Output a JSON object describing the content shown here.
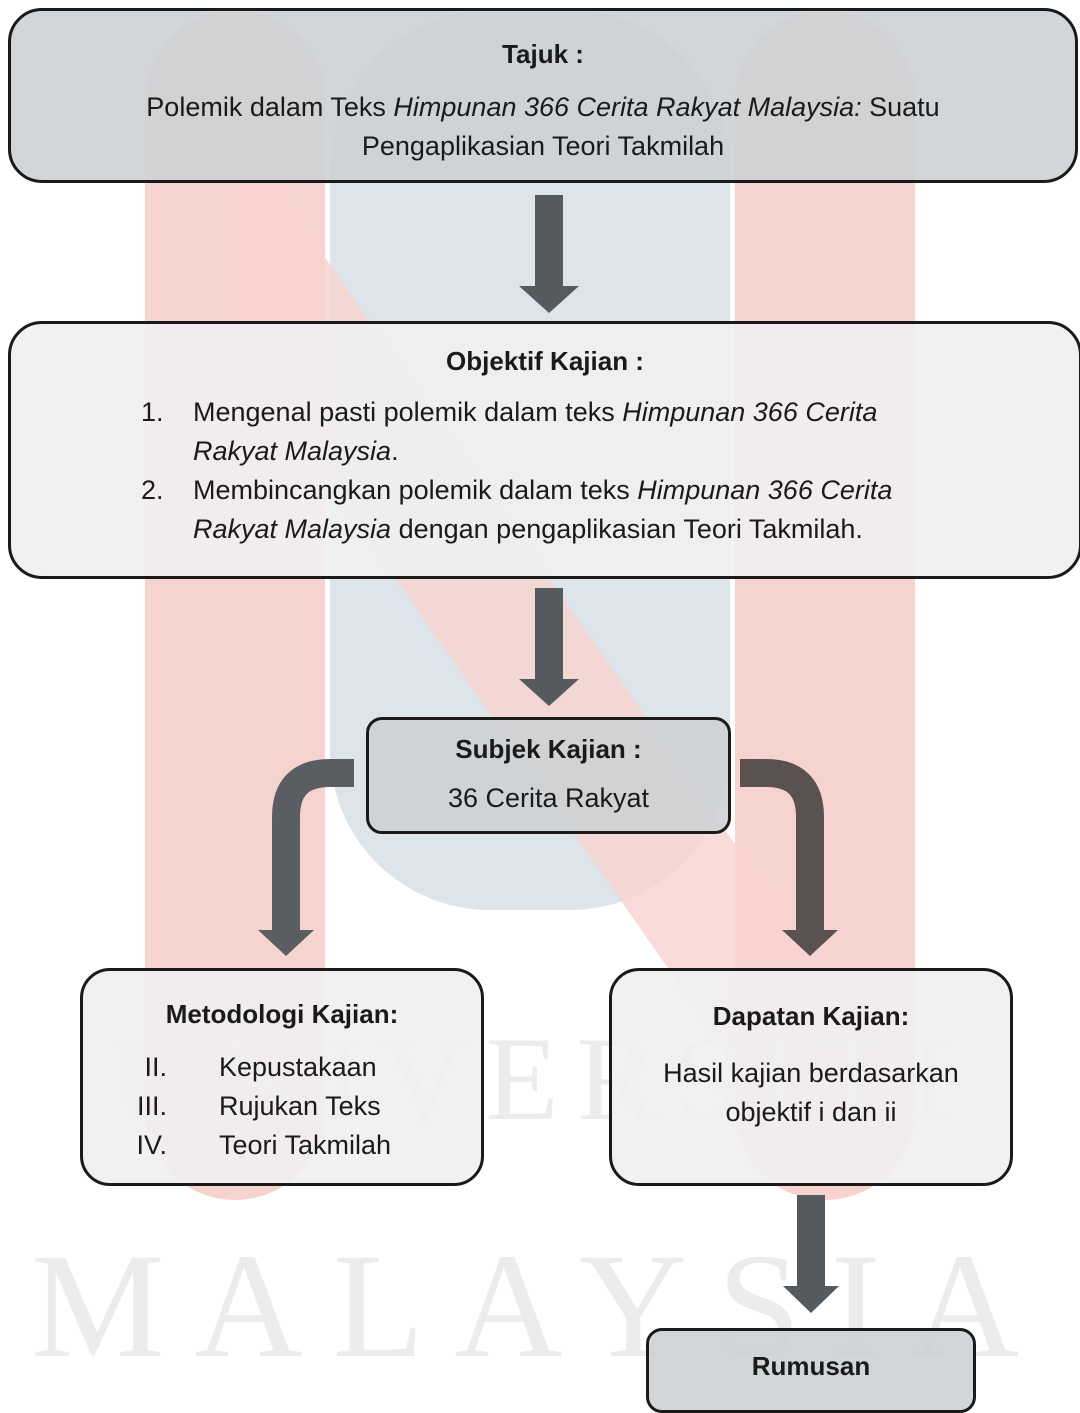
{
  "watermark": {
    "line1": "UNIVERSITI",
    "line2": "MALAYSIA",
    "colors": {
      "red": "#f7d3cf",
      "blue": "#dde4ea"
    }
  },
  "tajuk": {
    "heading": "Tajuk :",
    "text_normal_1": "Polemik dalam Teks ",
    "text_italic": "Himpunan 366 Cerita Rakyat Malaysia:",
    "text_normal_2": " Suatu Pengaplikasian Teori Takmilah"
  },
  "objektif": {
    "heading": "Objektif Kajian :",
    "items": [
      {
        "number": "1.",
        "text_before": "Mengenal pasti polemik dalam teks ",
        "italic": "Himpunan 366 Cerita Rakyat Malaysia",
        "text_after": "."
      },
      {
        "number": "2.",
        "text_before": "Membincangkan polemik dalam teks ",
        "italic": "Himpunan 366 Cerita Rakyat Malaysia",
        "text_after": " dengan pengaplikasian Teori Takmilah."
      }
    ]
  },
  "subjek": {
    "heading": "Subjek Kajian :",
    "text": "36 Cerita Rakyat"
  },
  "metodologi": {
    "heading": "Metodologi Kajian:",
    "items": [
      {
        "number": "II.",
        "label": "Kepustakaan"
      },
      {
        "number": "III.",
        "label": "Rujukan Teks"
      },
      {
        "number": "IV.",
        "label": "Teori Takmilah"
      }
    ]
  },
  "dapatan": {
    "heading": "Dapatan Kajian:",
    "text": "Hasil kajian berdasarkan objektif i dan ii"
  },
  "rumusan": {
    "heading": "Rumusan"
  },
  "colors": {
    "box_gray": "#cdd0d4",
    "box_light": "#f0f0f2",
    "border": "#1a1a1a",
    "arrow": "#555a5e"
  }
}
